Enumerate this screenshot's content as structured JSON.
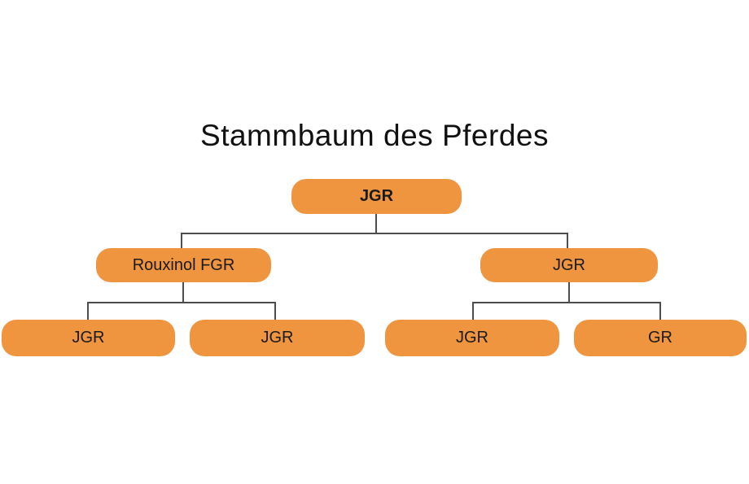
{
  "title": "Stammbaum des Pferdes",
  "tree": {
    "root": {
      "label": "JGR"
    },
    "level2": [
      {
        "label": "Rouxinol FGR"
      },
      {
        "label": "JGR"
      }
    ],
    "level3": [
      {
        "label": "JGR"
      },
      {
        "label": "JGR"
      },
      {
        "label": "JGR"
      },
      {
        "label": "GR"
      }
    ]
  },
  "colors": {
    "node_fill": "#F0953F",
    "connector": "#4d4d4d",
    "text": "#1a1a1a",
    "background": "#ffffff"
  }
}
